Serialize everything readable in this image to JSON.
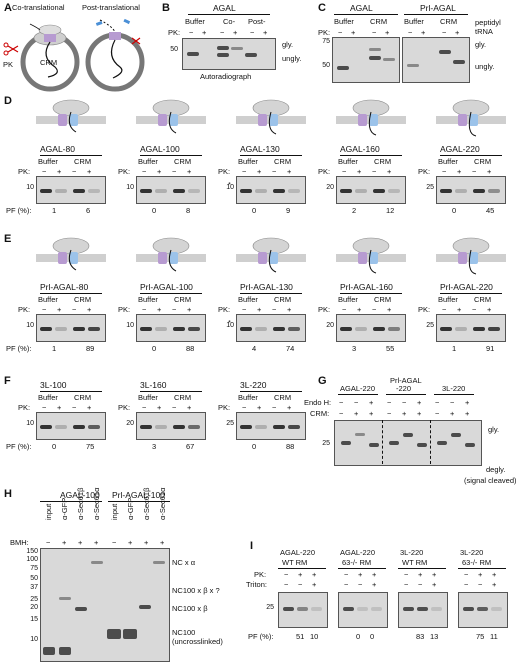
{
  "panels": {
    "A": {
      "letter": "A",
      "co": "Co-translational",
      "post": "Post-translational",
      "pk": "PK",
      "crm": "CRM"
    },
    "B": {
      "letter": "B",
      "title": "AGAL",
      "cols": [
        "Buffer",
        "Co-",
        "Post-"
      ],
      "pk_label": "PK:",
      "pk_signs": [
        "−",
        "+",
        "−",
        "+",
        "−",
        "+"
      ],
      "mw": "50",
      "band_labels": [
        "gly.",
        "ungly."
      ],
      "caption": "Autoradiograph"
    },
    "C": {
      "letter": "C",
      "groups": [
        "AGAL",
        "Prl-AGAL"
      ],
      "cols": [
        "Buffer",
        "CRM"
      ],
      "pk_label": "PK:",
      "pk_signs": [
        "−",
        "+",
        "−",
        "+"
      ],
      "mw": [
        "75",
        "50"
      ],
      "band_labels": [
        "peptidyl",
        "tRNA",
        "gly.",
        "ungly."
      ]
    },
    "D": {
      "letter": "D",
      "cols": [
        "Buffer",
        "CRM"
      ],
      "pk_label": "PK:",
      "pk_signs": [
        "−",
        "+",
        "−",
        "+"
      ],
      "pf_label": "PF (%):",
      "constructs": [
        {
          "name": "AGAL-80",
          "mw": "10",
          "pf": [
            "1",
            "6"
          ]
        },
        {
          "name": "AGAL-100",
          "mw": "10",
          "pf": [
            "0",
            "8"
          ]
        },
        {
          "name": "AGAL-130",
          "mw": "10",
          "pf": [
            "0",
            "9"
          ],
          "star": "*"
        },
        {
          "name": "AGAL-160",
          "mw": "20",
          "pf": [
            "2",
            "12"
          ]
        },
        {
          "name": "AGAL-220",
          "mw": "25",
          "pf": [
            "0",
            "45"
          ]
        }
      ]
    },
    "E": {
      "letter": "E",
      "cols": [
        "Buffer",
        "CRM"
      ],
      "pk_label": "PK:",
      "pk_signs": [
        "−",
        "+",
        "−",
        "+"
      ],
      "pf_label": "PF (%):",
      "constructs": [
        {
          "name": "Prl-AGAL-80",
          "mw": "10",
          "pf": [
            "1",
            "89"
          ]
        },
        {
          "name": "Prl-AGAL-100",
          "mw": "10",
          "pf": [
            "0",
            "88"
          ]
        },
        {
          "name": "Prl-AGAL-130",
          "mw": "10",
          "pf": [
            "4",
            "74"
          ],
          "star": "*"
        },
        {
          "name": "Prl-AGAL-160",
          "mw": "20",
          "pf": [
            "3",
            "55"
          ]
        },
        {
          "name": "Prl-AGAL-220",
          "mw": "25",
          "pf": [
            "1",
            "91"
          ]
        }
      ]
    },
    "F": {
      "letter": "F",
      "cols": [
        "Buffer",
        "CRM"
      ],
      "pk_label": "PK:",
      "pk_signs": [
        "−",
        "+",
        "−",
        "+"
      ],
      "pf_label": "PF (%):",
      "constructs": [
        {
          "name": "3L-100",
          "mw": "10",
          "pf": [
            "0",
            "75"
          ]
        },
        {
          "name": "3L-160",
          "mw": "20",
          "pf": [
            "3",
            "67"
          ]
        },
        {
          "name": "3L-220",
          "mw": "25",
          "pf": [
            "0",
            "88"
          ]
        }
      ]
    },
    "G": {
      "letter": "G",
      "groups": [
        "AGAL-220",
        "Prl-AGAL",
        "-220",
        "3L-220"
      ],
      "endo_label": "Endo H:",
      "crm_label": "CRM:",
      "endo_signs": [
        "−",
        "−",
        "+",
        "−",
        "−",
        "+",
        "−",
        "−",
        "+"
      ],
      "crm_signs": [
        "−",
        "+",
        "+",
        "−",
        "+",
        "+",
        "−",
        "+",
        "+"
      ],
      "mw": "25",
      "band_labels": [
        "gly.",
        "degly.",
        "(signal cleaved)"
      ]
    },
    "H": {
      "letter": "H",
      "groups": [
        "AGAL-100",
        "Prl-AGAL-100"
      ],
      "lanes": [
        "input",
        "α-GFP",
        "α-Sec61β",
        "α-Sec61α",
        "input",
        "α-GFP",
        "α-Sec61β",
        "α-Sec61α"
      ],
      "bmh_label": "BMH:",
      "bmh_signs": [
        "−",
        "+",
        "+",
        "+",
        "−",
        "+",
        "+",
        "+"
      ],
      "mw": [
        "150",
        "100",
        "75",
        "50",
        "37",
        "25",
        "20",
        "15",
        "10"
      ],
      "band_labels": [
        "NC x α",
        "NC100 x β x ?",
        "NC100 x β",
        "NC100",
        "(uncrosslinked)"
      ]
    },
    "I": {
      "letter": "I",
      "pk_label": "PK:",
      "triton_label": "Triton:",
      "pf_label": "PF (%):",
      "pk_signs": [
        "−",
        "+",
        "+"
      ],
      "triton_signs": [
        "−",
        "−",
        "+"
      ],
      "mw": "25",
      "blots": [
        {
          "name": "AGAL-220",
          "rm": "WT RM",
          "pf": [
            "51",
            "10"
          ]
        },
        {
          "name": "AGAL-220",
          "rm": "63-/- RM",
          "pf": [
            "0",
            "0"
          ]
        },
        {
          "name": "3L-220",
          "rm": "WT RM",
          "pf": [
            "83",
            "13"
          ]
        },
        {
          "name": "3L-220",
          "rm": "63-/- RM",
          "pf": [
            "75",
            "11"
          ]
        }
      ]
    }
  }
}
